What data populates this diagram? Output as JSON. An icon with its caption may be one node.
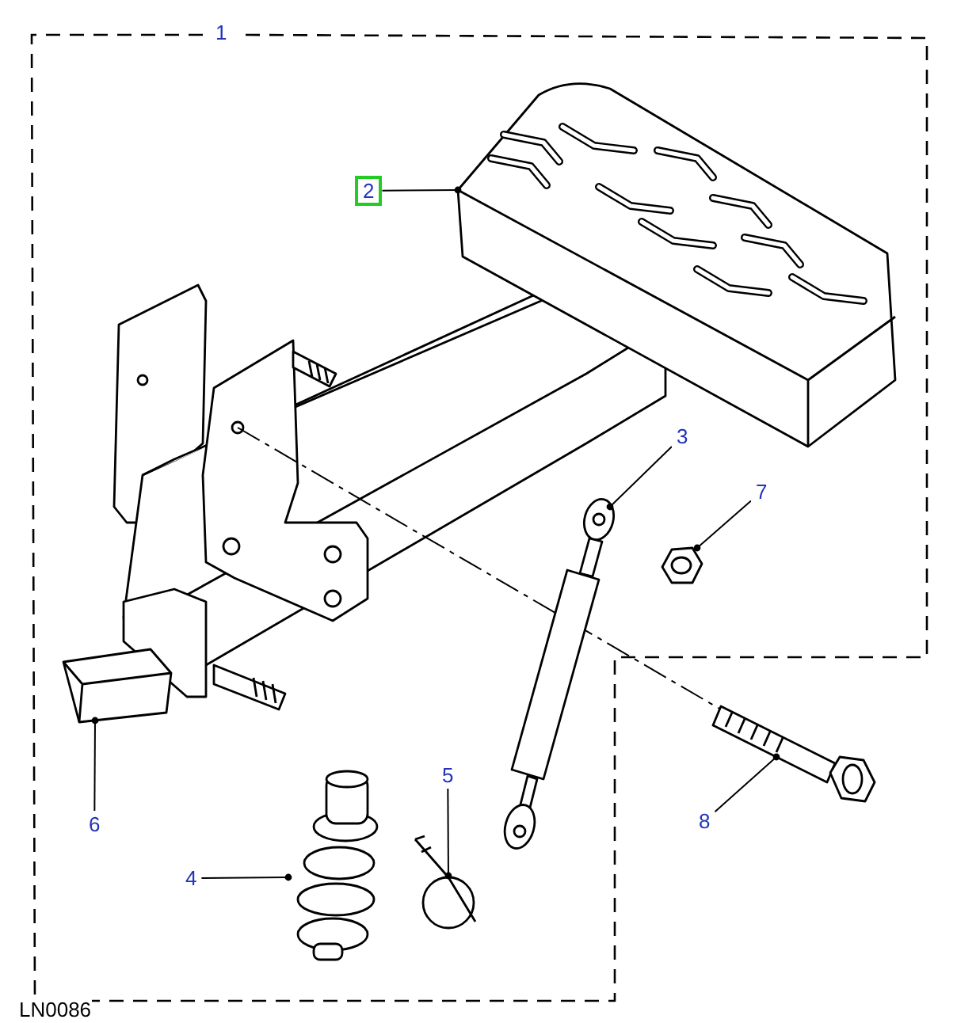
{
  "diagram": {
    "nodes": [
      {
        "text": [
          "2"
        ]
      },
      {
        "text": [
          "3"
        ]
      },
      {
        "text": [
          "4"
        ]
      },
      {
        "text": [
          "5"
        ]
      },
      {
        "text": [
          "6"
        ]
      },
      {
        "text": [
          "7"
        ]
      },
      {
        "text": [
          "8"
        ]
      },
      {
        "text": [],
        "shape": "picture"
      },
      {
        "text": [],
        "shape": "picture"
      },
      {
        "text": [],
        "shape": "picture"
      },
      {
        "text": [],
        "shape": "picture"
      },
      {
        "text": [],
        "shape": "picture"
      },
      {
        "text": [],
        "shape": "picture"
      },
      {
        "text": [],
        "shape": "picture"
      }
    ],
    "edges": [
      {
        "from": 0,
        "to": 7,
        "arrow": "other"
      },
      {
        "from": 1,
        "to": 8,
        "arrow": "other"
      },
      {
        "from": 2,
        "to": 9,
        "arrow": "other"
      },
      {
        "from": 3,
        "to": 10,
        "arrow": "other"
      },
      {
        "from": 4,
        "to": 11,
        "arrow": "other"
      },
      {
        "from": 5,
        "to": 12,
        "arrow": "other"
      },
      {
        "from": 6,
        "to": 13,
        "arrow": "other"
      }
    ],
    "labels": [
      "1",
      "LN0086"
    ]
  }
}
